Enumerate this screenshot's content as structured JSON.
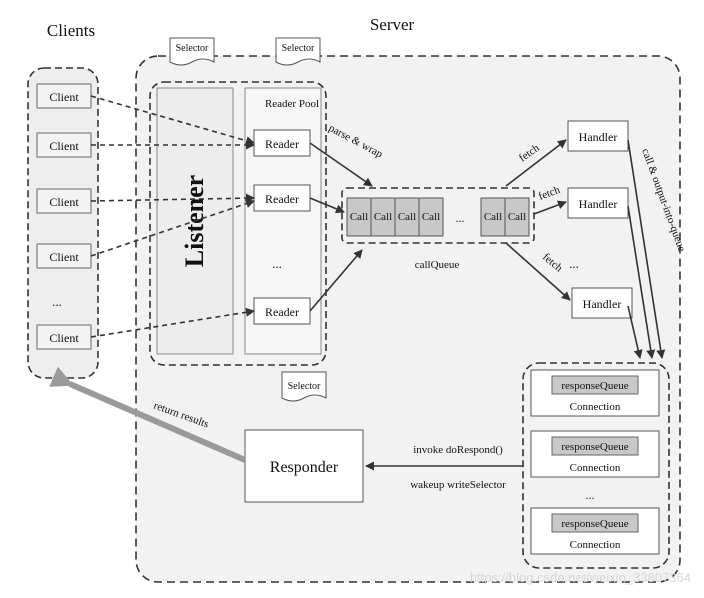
{
  "clients": {
    "title": "Clients",
    "items": [
      "Client",
      "Client",
      "Client",
      "Client",
      "...",
      "Client"
    ]
  },
  "server": {
    "title": "Server",
    "selector_labels": [
      "Selector",
      "Selector",
      "Selector"
    ],
    "listener_label": "Listener",
    "reader_pool": {
      "title": "Reader Pool",
      "items": [
        "Reader",
        "Reader",
        "...",
        "Reader"
      ]
    },
    "parse_wrap": "parse & wrap",
    "call_queue": {
      "label": "callQueue",
      "cells": [
        "Call",
        "Call",
        "Call",
        "Call",
        "...",
        "Call",
        "Call"
      ]
    },
    "fetch_labels": [
      "fetch",
      "fetch",
      "fetch"
    ],
    "handlers": [
      "Handler",
      "Handler",
      "...",
      "Handler"
    ],
    "call_output": "call & output-into-queue",
    "connections": [
      {
        "queue": "responseQueue",
        "label": "Connection"
      },
      {
        "queue": "responseQueue",
        "label": "Connection"
      },
      {
        "queue": "",
        "label": "..."
      },
      {
        "queue": "responseQueue",
        "label": "Connection"
      }
    ],
    "invoke_label": "invoke doRespond()",
    "wakeup_label": "wakeup writeSelector",
    "responder_label": "Responder",
    "return_label": "return results"
  },
  "watermark": "https://blog.csdn.net/weixin_33807364"
}
